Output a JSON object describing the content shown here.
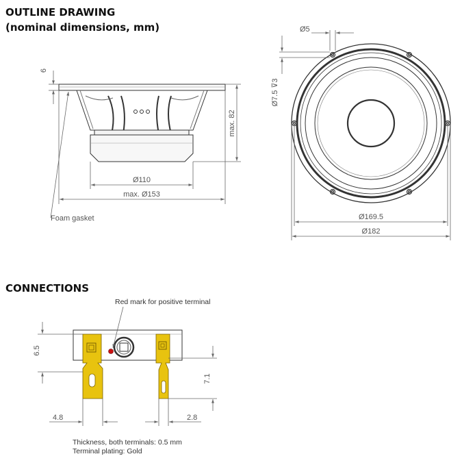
{
  "outline": {
    "title_line1": "OUTLINE DRAWING",
    "title_line2": "(nominal dimensions, mm)",
    "labels": {
      "dim_6": "6",
      "dia_110": "Ø110",
      "dia_153": "max. Ø153",
      "max_82": "max. 82",
      "foam_gasket": "Foam gasket",
      "dia_5": "Ø5",
      "dia_7_5": "Ø7.5 ⊽3",
      "dia_169_5": "Ø169.5",
      "dia_182": "Ø182"
    }
  },
  "connections": {
    "title": "CONNECTIONS",
    "red_mark": "Red mark for positive terminal",
    "dim_6_5": "6.5",
    "dim_7_1": "7.1",
    "dim_4_8": "4.8",
    "dim_2_8": "2.8",
    "thickness": "Thickness, both terminals: 0.5 mm",
    "plating": "Terminal plating: Gold",
    "colors": {
      "terminal": "#e8c30f",
      "red_mark": "#cc1111"
    }
  }
}
